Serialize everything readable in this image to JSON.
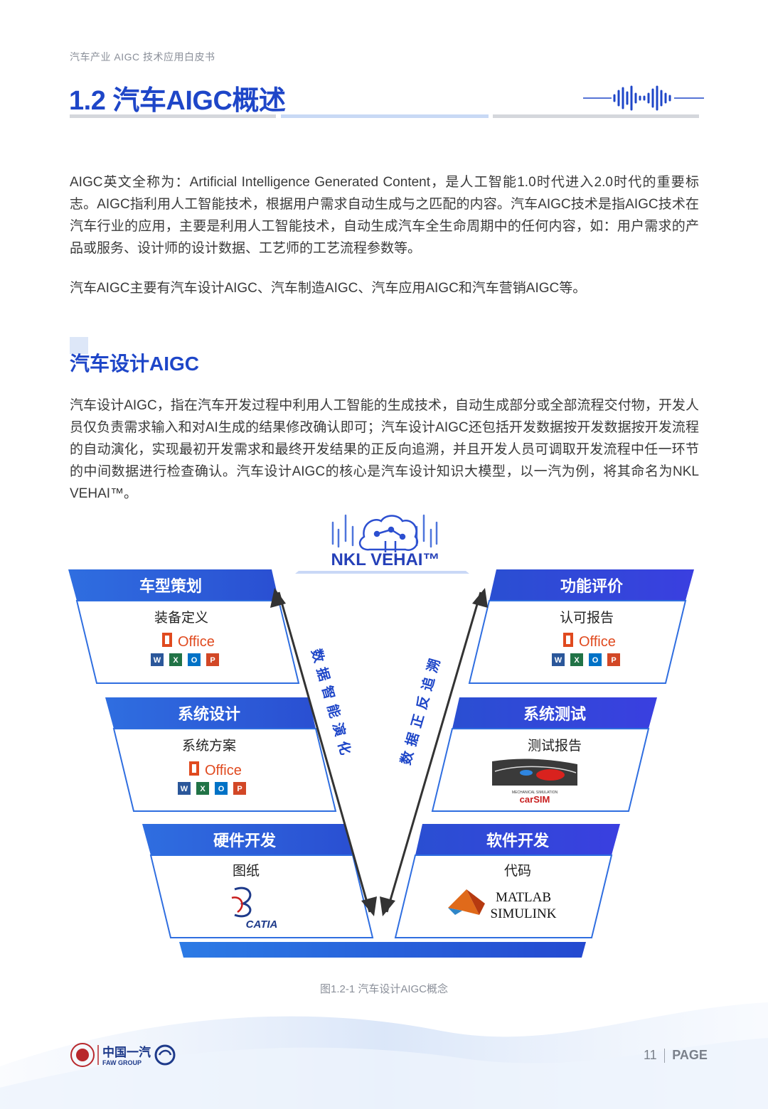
{
  "header": {
    "running_title": "汽车产业 AIGC 技术应用白皮书"
  },
  "section": {
    "title": "1.2 汽车AIGC概述"
  },
  "paragraphs": {
    "p1": "AIGC英文全称为：Artificial Intelligence Generated Content，是人工智能1.0时代进入2.0时代的重要标志。AIGC指利用人工智能技术，根据用户需求自动生成与之匹配的内容。汽车AIGC技术是指AIGC技术在汽车行业的应用，主要是利用人工智能技术，自动生成汽车全生命周期中的任何内容，如：用户需求的产品或服务、设计师的设计数据、工艺师的工艺流程参数等。",
    "p2": "汽车AIGC主要有汽车设计AIGC、汽车制造AIGC、汽车应用AIGC和汽车营销AIGC等。",
    "p3": "汽车设计AIGC，指在汽车开发过程中利用人工智能的生成技术，自动生成部分或全部流程交付物，开发人员仅负责需求输入和对AI生成的结果修改确认即可；汽车设计AIGC还包括开发数据按开发数据按开发流程的自动演化，实现最初开发需求和最终开发结果的正反向追溯，并且开发人员可调取开发流程中任一环节的中间数据进行检查确认。汽车设计AIGC的核心是汽车设计知识大模型，以一汽为例，将其命名为NKL VEHAI™。"
  },
  "subsection": {
    "title": "汽车设计AIGC"
  },
  "diagram": {
    "brand": "NKL VEHAI™",
    "left_arrow_label": "数据智能演化",
    "right_arrow_label": "数据正反追溯",
    "left_stages": [
      {
        "title": "车型策划",
        "item": "装备定义",
        "tool": "Office"
      },
      {
        "title": "系统设计",
        "item": "系统方案",
        "tool": "Office"
      },
      {
        "title": "硬件开发",
        "item": "图纸",
        "tool": "CATIA"
      }
    ],
    "right_stages": [
      {
        "title": "功能评价",
        "item": "认可报告",
        "tool": "Office"
      },
      {
        "title": "系统测试",
        "item": "测试报告",
        "tool_top": "MECHANICAL SIMULATION",
        "tool": "carSIM"
      },
      {
        "title": "软件开发",
        "item": "代码",
        "tool_line1": "MATLAB",
        "tool_line2": "SIMULINK"
      }
    ],
    "office_apps": [
      "W",
      "X",
      "O",
      "P"
    ]
  },
  "caption": "图1.2-1 汽车设计AIGC概念",
  "footer": {
    "logo_cn": "中国一汽",
    "logo_en": "FAW GROUP",
    "page_number": "11",
    "page_label": "PAGE"
  },
  "colors": {
    "primary_blue": "#1e46c8",
    "stage_header_blue": "#2a5bd7",
    "office_red": "#e04a1f",
    "word": "#2b579a",
    "excel": "#217346",
    "outlook": "#0072c6",
    "powerpoint": "#d24726"
  }
}
